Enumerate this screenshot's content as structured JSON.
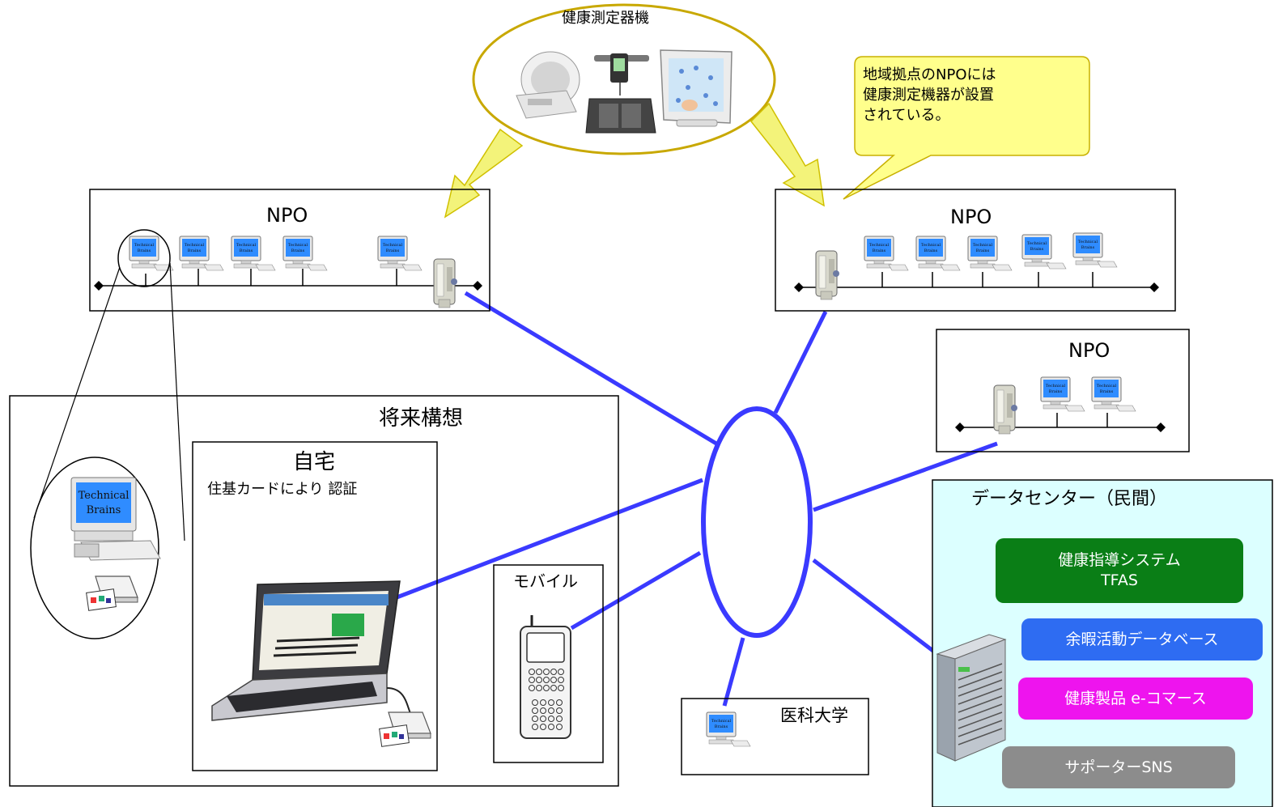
{
  "top_label": "健康測定器機",
  "callout": {
    "lines": [
      "地域拠点のNPOには",
      "健康測定機器が設置",
      "されている。"
    ]
  },
  "npo_left": {
    "title": "NPO"
  },
  "npo_right": {
    "title": "NPO"
  },
  "npo_small": {
    "title": "NPO"
  },
  "future": {
    "title": "将来構想"
  },
  "home": {
    "title": "自宅",
    "subtitle": "住基カードにより 認証"
  },
  "mobile": {
    "title": "モバイル"
  },
  "university": {
    "title": "医科大学"
  },
  "datacenter": {
    "title": "データセンター（民間）",
    "services": [
      {
        "line1": "健康指導システム",
        "line2": "TFAS",
        "color": "#0a7e16"
      },
      {
        "line1": "余暇活動データベース",
        "line2": "",
        "color": "#2e6cf2"
      },
      {
        "line1": "健康製品 e-コマース",
        "line2": "",
        "color": "#ee14ee"
      },
      {
        "line1": "サポーターSNS",
        "line2": "",
        "color": "#8c8c8c"
      }
    ]
  },
  "pc_screen_text": [
    "Technical",
    "Brains"
  ],
  "colors": {
    "network_line": "#3a3aff",
    "callout_fill": "#ffff8c",
    "callout_border": "#c8b000",
    "device_ellipse": "#c8a800",
    "datacenter_bg": "#dcffff",
    "arrow_fill": "#f3f37a",
    "pc_screen": "#1e90ff"
  }
}
